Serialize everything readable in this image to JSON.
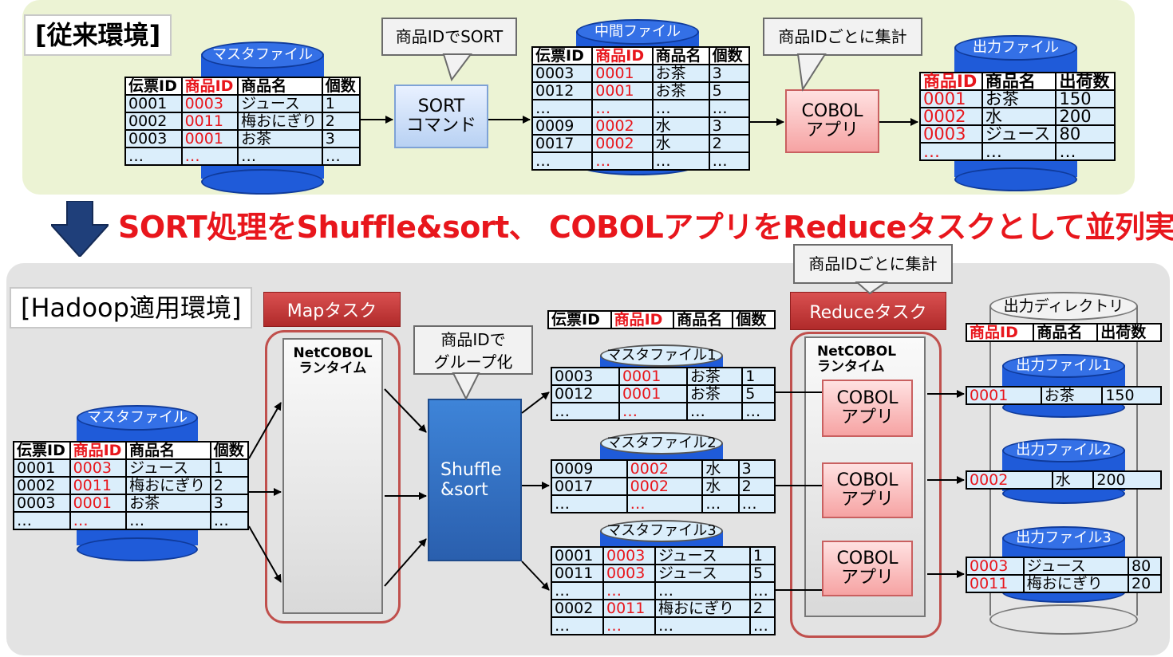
{
  "top": {
    "title": "[従来環境]",
    "master_cyl": "マスタファイル",
    "master_table": {
      "header": [
        "伝票ID",
        "商品ID",
        "商品名",
        "個数"
      ],
      "rows": [
        [
          "0001",
          "0003",
          "ジュース",
          "1"
        ],
        [
          "0002",
          "0011",
          "梅おにぎり",
          "2"
        ],
        [
          "0003",
          "0001",
          "お茶",
          "3"
        ],
        [
          "…",
          "…",
          "…",
          "…"
        ]
      ]
    },
    "sort_callout": "商品IDでSORT",
    "sort_cmd": [
      "SORT",
      "コマンド"
    ],
    "mid_cyl": "中間ファイル",
    "mid_table": {
      "header": [
        "伝票ID",
        "商品ID",
        "商品名",
        "個数"
      ],
      "rows": [
        [
          "0003",
          "0001",
          "お茶",
          "3"
        ],
        [
          "0012",
          "0001",
          "お茶",
          "5"
        ],
        [
          "…",
          "…",
          "…",
          "…"
        ],
        [
          "0009",
          "0002",
          "水",
          "3"
        ],
        [
          "0017",
          "0002",
          "水",
          "2"
        ],
        [
          "…",
          "…",
          "…",
          "…"
        ]
      ]
    },
    "agg_callout": "商品IDごとに集計",
    "cobol": [
      "COBOL",
      "アプリ"
    ],
    "out_cyl": "出力ファイル",
    "out_table": {
      "header": [
        "商品ID",
        "商品名",
        "出荷数"
      ],
      "rows": [
        [
          "0001",
          "お茶",
          "150"
        ],
        [
          "0002",
          "水",
          "200"
        ],
        [
          "0003",
          "ジュース",
          "80"
        ],
        [
          "…",
          "…",
          "…"
        ]
      ]
    }
  },
  "caption": "SORT処理をShuffle&sort、 COBOLアプリをReduceタスクとして並列実行",
  "bottom": {
    "title": "[Hadoop適用環境]",
    "agg_callout": "商品IDごとに集計",
    "map_label": "Mapタスク",
    "reduce_label": "Reduceタスク",
    "runtime": [
      "NetCOBOL",
      "ランタイム"
    ],
    "master_cyl": "マスタファイル",
    "master_table": {
      "header": [
        "伝票ID",
        "商品ID",
        "商品名",
        "個数"
      ],
      "rows": [
        [
          "0001",
          "0003",
          "ジュース",
          "1"
        ],
        [
          "0002",
          "0011",
          "梅おにぎり",
          "2"
        ],
        [
          "0003",
          "0001",
          "お茶",
          "3"
        ],
        [
          "…",
          "…",
          "…",
          "…"
        ]
      ]
    },
    "group_callout": [
      "商品IDで",
      "グループ化"
    ],
    "shuffle": [
      "Shuffle",
      "&sort"
    ],
    "mid_header": [
      "伝票ID",
      "商品ID",
      "商品名",
      "個数"
    ],
    "mid_files": [
      {
        "name": "マスタファイル1",
        "rows": [
          [
            "0003",
            "0001",
            "お茶",
            "1"
          ],
          [
            "0012",
            "0001",
            "お茶",
            "5"
          ],
          [
            "…",
            "…",
            "…",
            "…"
          ]
        ]
      },
      {
        "name": "マスタファイル2",
        "rows": [
          [
            "0009",
            "0002",
            "水",
            "3"
          ],
          [
            "0017",
            "0002",
            "水",
            "2"
          ],
          [
            "…",
            "…",
            "…",
            "…"
          ]
        ]
      },
      {
        "name": "マスタファイル3",
        "rows": [
          [
            "0001",
            "0003",
            "ジュース",
            "1"
          ],
          [
            "0011",
            "0003",
            "ジュース",
            "5"
          ],
          [
            "…",
            "…",
            "…",
            "…"
          ],
          [
            "0002",
            "0011",
            "梅おにぎり",
            "2"
          ],
          [
            "…",
            "…",
            "…",
            "…"
          ]
        ]
      }
    ],
    "cobol": [
      "COBOL",
      "アプリ"
    ],
    "out_dir": "出力ディレクトリ",
    "out_header": [
      "商品ID",
      "商品名",
      "出荷数"
    ],
    "out_files": [
      {
        "name": "出力ファイル1",
        "rows": [
          [
            "0001",
            "お茶",
            "150"
          ]
        ]
      },
      {
        "name": "出力ファイル2",
        "rows": [
          [
            "0002",
            "水",
            "200"
          ]
        ]
      },
      {
        "name": "出力ファイル3",
        "rows": [
          [
            "0003",
            "ジュース",
            "80"
          ],
          [
            "0011",
            "梅おにぎり",
            "20"
          ]
        ]
      }
    ]
  },
  "colors": {
    "top_panel": "#ecf3d4",
    "bottom_panel": "#e3e3e3",
    "accent_red": "#e8161c",
    "cylinder_blue": "#1f5bd9",
    "table_fill": "#dbeefb"
  }
}
